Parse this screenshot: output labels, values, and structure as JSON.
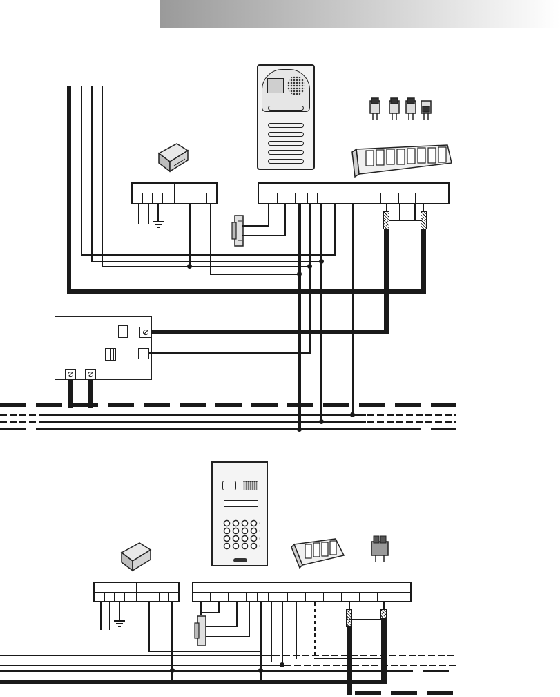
{
  "header": {
    "gradient_start": "#9a9a9a",
    "gradient_end": "#ffffff"
  },
  "diagram_top": {
    "components": [
      "outdoor-panel",
      "push-button-module",
      "power-supply",
      "terminal-block-supply",
      "terminal-block-panel",
      "door-lock",
      "interface-box",
      "jumpers"
    ]
  },
  "diagram_bottom": {
    "components": [
      "keypad-panel",
      "power-supply",
      "terminal-block-supply",
      "terminal-block-panel",
      "door-lock",
      "dip-switch-module",
      "jumper-pack"
    ]
  },
  "colors": {
    "wire": "#1a1a1a",
    "panel": "#dcdcdc",
    "panel_dark": "#555555"
  }
}
